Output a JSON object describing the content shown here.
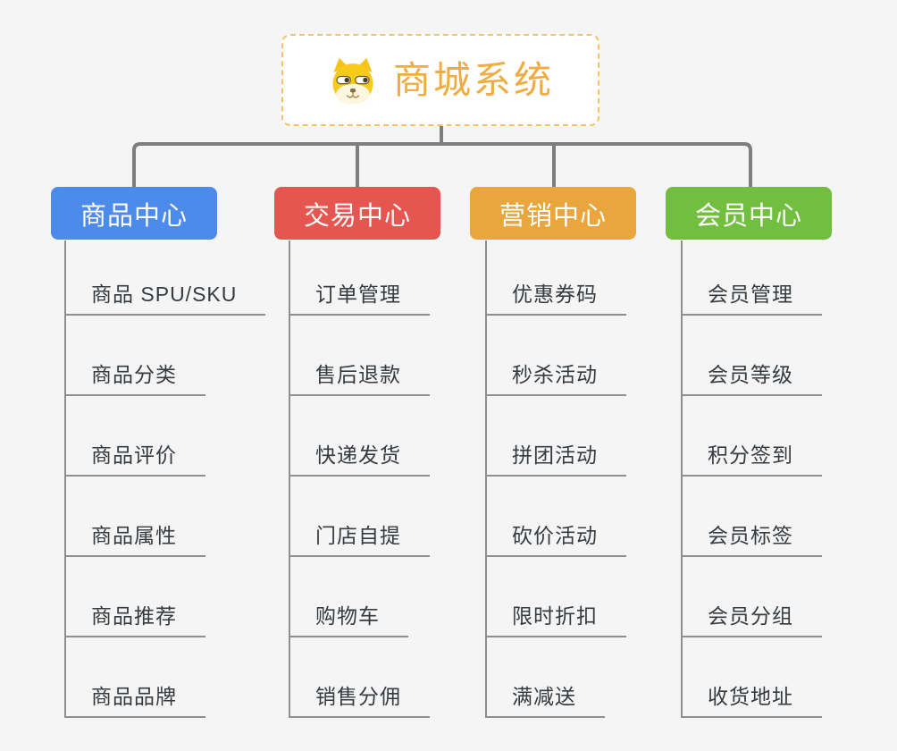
{
  "root": {
    "label": "商城系统",
    "icon": "dog-face-icon"
  },
  "branches": [
    {
      "label": "商品中心",
      "color": "#4C8BEA",
      "children": [
        "商品 SPU/SKU",
        "商品分类",
        "商品评价",
        "商品属性",
        "商品推荐",
        "商品品牌"
      ]
    },
    {
      "label": "交易中心",
      "color": "#E4564F",
      "children": [
        "订单管理",
        "售后退款",
        "快递发货",
        "门店自提",
        "购物车",
        "销售分佣"
      ]
    },
    {
      "label": "营销中心",
      "color": "#EAA63C",
      "children": [
        "优惠券码",
        "秒杀活动",
        "拼团活动",
        "砍价活动",
        "限时折扣",
        "满减送"
      ]
    },
    {
      "label": "会员中心",
      "color": "#72BF40",
      "children": [
        "会员管理",
        "会员等级",
        "积分签到",
        "会员标签",
        "会员分组",
        "收货地址"
      ]
    }
  ],
  "colors": {
    "background": "#F5F5F5",
    "connector": "#7E7E7E",
    "leaf_line": "#8F8F8F",
    "leaf_text": "#363B40",
    "root_text": "#EFAC42",
    "root_border": "#F2C36B"
  }
}
